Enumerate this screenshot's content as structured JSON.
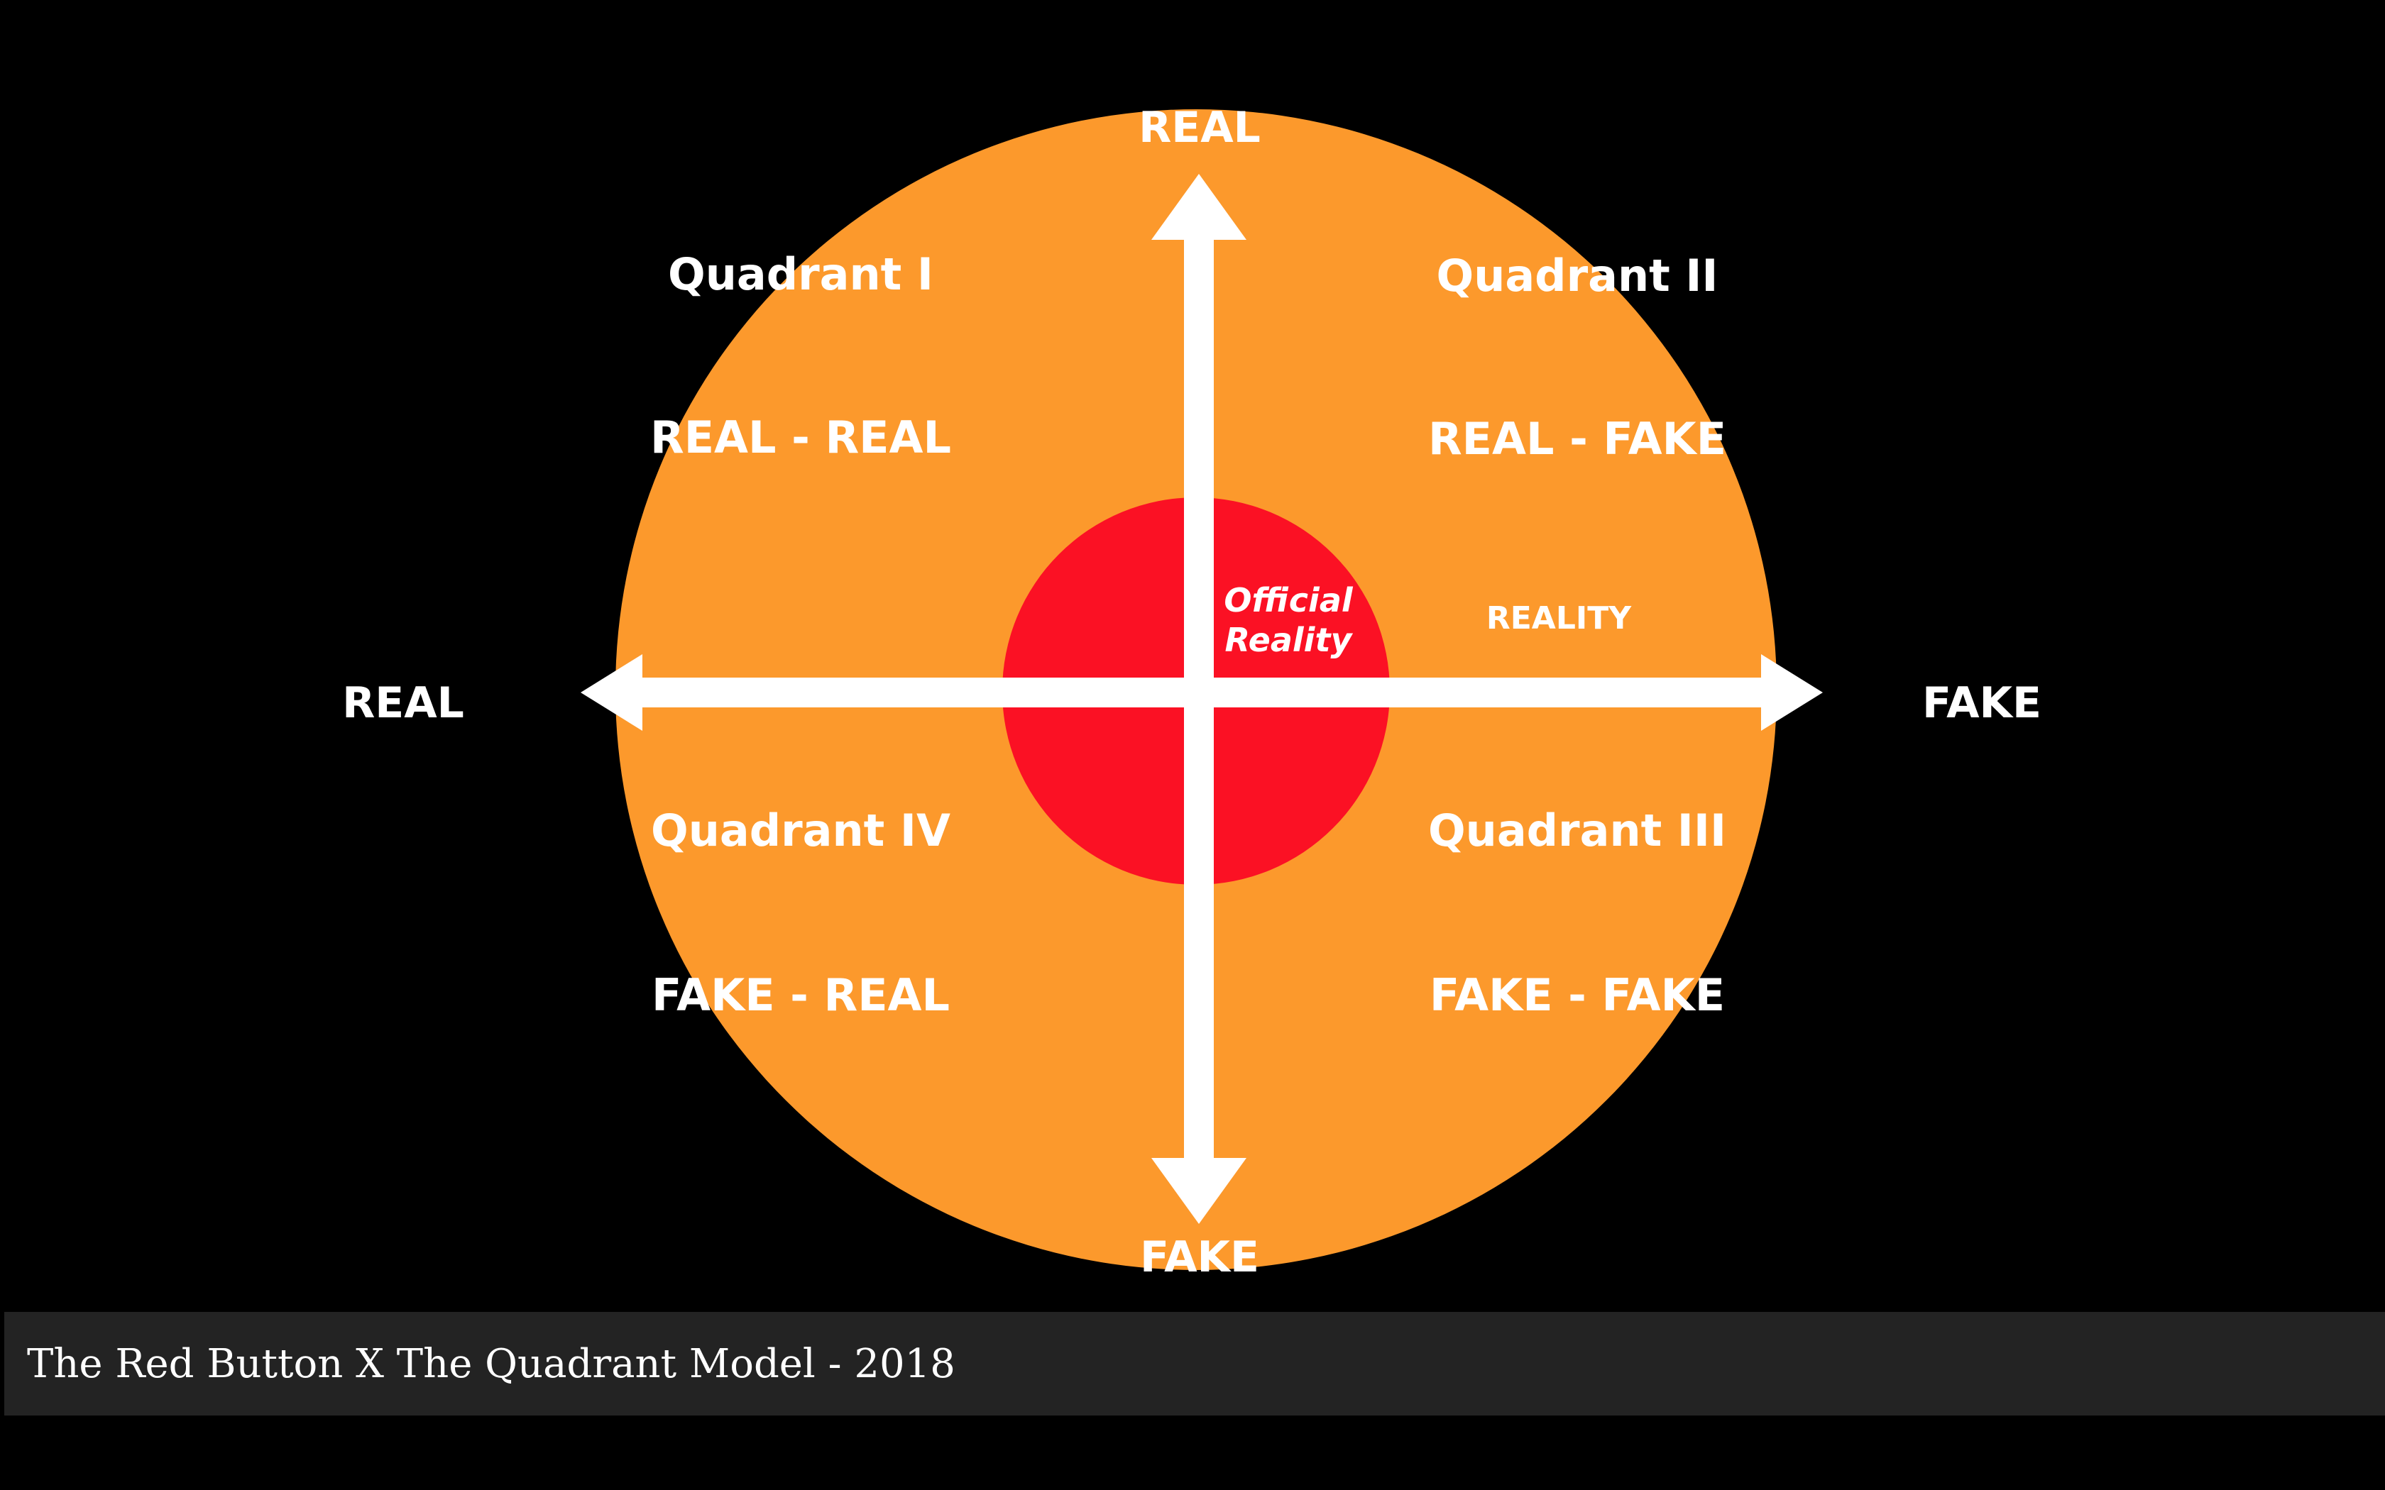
{
  "colors": {
    "background": "#000000",
    "outer_circle": "#FC992C",
    "inner_circle": "#FB1124",
    "axes": "#FFFFFF",
    "text": "#FFFFFF",
    "caption_bar": "#232323"
  },
  "axes": {
    "top": "REAL",
    "bottom": "FAKE",
    "left": "REAL",
    "right": "FAKE"
  },
  "quadrants": [
    {
      "title": "Quadrant I",
      "label": "REAL - REAL"
    },
    {
      "title": "Quadrant II",
      "label": "REAL - FAKE"
    },
    {
      "title": "Quadrant III",
      "label": "FAKE - FAKE"
    },
    {
      "title": "Quadrant IV",
      "label": "FAKE - REAL"
    }
  ],
  "center": {
    "line1": "Official",
    "line2": "Reality"
  },
  "outer_label": "REALITY",
  "caption": "The Red Button X The Quadrant Model - 2018"
}
